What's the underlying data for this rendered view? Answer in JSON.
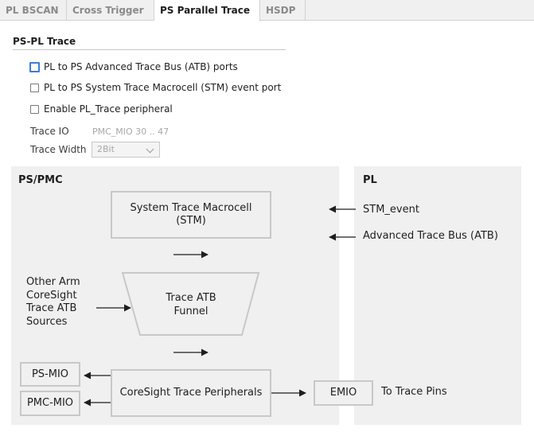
{
  "tabs": [
    "PL BSCAN",
    "Cross Trigger",
    "PS Parallel Trace",
    "HSDP"
  ],
  "active_tab": "PS Parallel Trace",
  "section": {
    "title": "PS-PL Trace",
    "checkboxes": [
      {
        "label": "PL to PS Advanced Trace Bus (ATB) ports",
        "checked": false
      },
      {
        "label": "PL to PS System Trace Macrocell (STM) event port",
        "checked": false
      },
      {
        "label": "Enable PL_Trace peripheral",
        "checked": false
      }
    ],
    "trace_io_label": "Trace IO",
    "trace_io_value": "PMC_MIO 30 .. 47",
    "trace_width_label": "Trace Width",
    "trace_width_value": "2Bit"
  },
  "diagram": {
    "ps_title": "PS/PMC",
    "pl_title": "PL",
    "stm_line1": "System Trace Macrocell",
    "stm_line2": "(STM)",
    "stm_event": "STM_event",
    "atb_bus": "Advanced Trace Bus (ATB)",
    "other_line1": "Other Arm",
    "other_line2": "CoreSight",
    "other_line3": "Trace ATB",
    "other_line4": "Sources",
    "funnel_line1": "Trace ATB",
    "funnel_line2": "Funnel",
    "ps_mio": "PS-MIO",
    "pmc_mio": "PMC-MIO",
    "coresight_periph": "CoreSight Trace Peripherals",
    "emio": "EMIO",
    "to_trace_pins": "To Trace Pins"
  },
  "colors": {
    "panel_bg": "#f0f0f0",
    "box_border": "#c8c8c8",
    "focus": "#3c7fd0"
  }
}
